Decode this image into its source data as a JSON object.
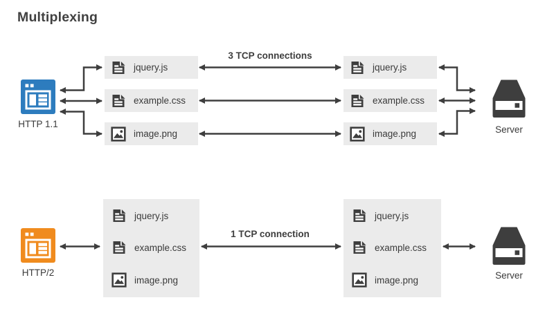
{
  "page": {
    "title": "Multiplexing"
  },
  "colors": {
    "http11_blue": "#2d7cbe",
    "http2_orange": "#f08b1e",
    "dark": "#3e3e3e",
    "chip_bg": "#ebebeb"
  },
  "files": [
    {
      "name": "jquery.js",
      "icon": "file-code-icon"
    },
    {
      "name": "example.css",
      "icon": "file-code-icon"
    },
    {
      "name": "image.png",
      "icon": "file-image-icon"
    }
  ],
  "top_flow": {
    "client_label": "HTTP 1.1",
    "client_icon": "browser-icon",
    "connection_label": "3 TCP connections",
    "server_label": "Server",
    "server_icon": "server-icon"
  },
  "bottom_flow": {
    "client_label": "HTTP/2",
    "client_icon": "browser-icon",
    "connection_label": "1 TCP connection",
    "server_label": "Server",
    "server_icon": "server-icon"
  }
}
